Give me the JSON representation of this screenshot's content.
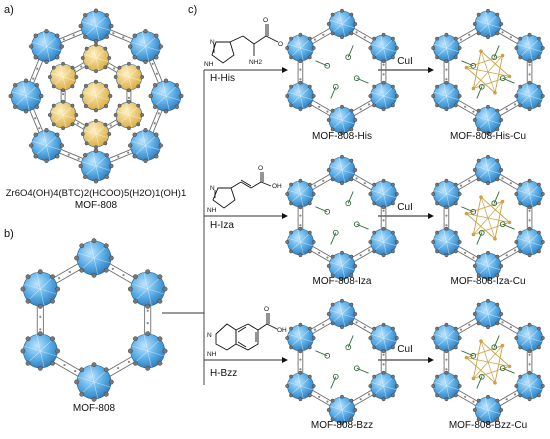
{
  "panels": {
    "a": {
      "tag": "a)",
      "formula": "Zr6O4(OH)4(BTC)2(HCOO)5(H2O)1(OH)1",
      "name": "MOF-808"
    },
    "b": {
      "tag": "b)",
      "name": "MOF-808"
    },
    "c": {
      "tag": "c)"
    }
  },
  "rows": [
    {
      "ligand": "H-His",
      "product": "MOF-808-His",
      "reagent": "CuI",
      "final": "MOF-808-His-Cu"
    },
    {
      "ligand": "H-Iza",
      "product": "MOF-808-Iza",
      "reagent": "CuI",
      "final": "MOF-808-Iza-Cu"
    },
    {
      "ligand": "H-Bzz",
      "product": "MOF-808-Bzz",
      "reagent": "CuI",
      "final": "MOF-808-Bzz-Cu"
    }
  ],
  "molecule_atoms": {
    "nh": "NH",
    "n": "N",
    "oh": "OH",
    "o": "O",
    "nh2": "NH2"
  },
  "colors": {
    "cluster": "#5aaee6",
    "cluster_dark": "#2f78b8",
    "linker": "#6d6d6d",
    "copper": "#c9a24a",
    "yellow": "#e6c35a",
    "ligand": "#2f6e3c"
  }
}
